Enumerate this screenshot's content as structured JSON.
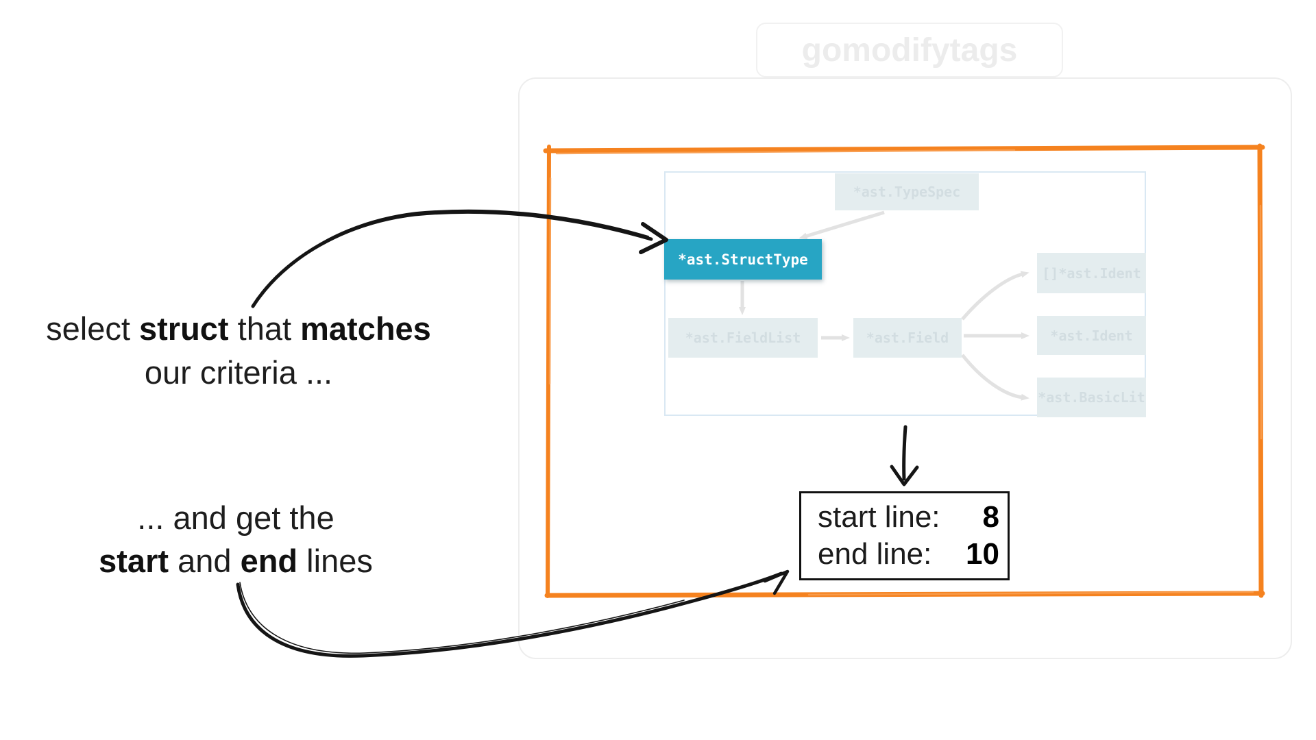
{
  "slide": {
    "title": "gomodifytags",
    "left_annotations": {
      "top": {
        "pre": "select ",
        "bold1": "struct",
        "mid": " that ",
        "bold2": "matches",
        "line2": "our criteria ..."
      },
      "bottom": {
        "line1": "... and get the",
        "bold1": "start",
        "mid": " and ",
        "bold2": "end",
        "tail": " lines"
      }
    },
    "result_box": {
      "start_label": "start line:",
      "start_value": "8",
      "end_label": "end line:",
      "end_value": "10"
    },
    "diagram": {
      "nodes": [
        {
          "label": "*ast.TypeSpec",
          "state": "faded"
        },
        {
          "label": "*ast.StructType",
          "state": "selected"
        },
        {
          "label": "*ast.FieldList",
          "state": "faded"
        },
        {
          "label": "*ast.Field",
          "state": "faded"
        },
        {
          "label": "[]*ast.Ident",
          "state": "faded"
        },
        {
          "label": "*ast.Ident",
          "state": "faded"
        },
        {
          "label": "*ast.BasicLit",
          "state": "faded"
        }
      ]
    },
    "colors": {
      "accent_orange": "#F5821F",
      "selected_node": "#27A5C4",
      "faded_node_bg": "#E4EDEF",
      "faded_node_text": "#D2DDE1",
      "connector_gray": "#E2E2E2",
      "panel_border": "#EDEDED",
      "diagram_border": "#D9E8F3",
      "title_text": "#ECECEC",
      "ink": "#111111"
    }
  }
}
